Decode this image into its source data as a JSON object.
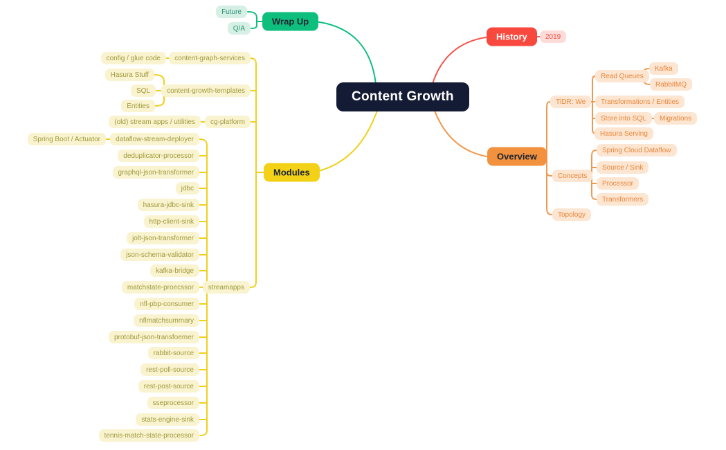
{
  "mindmap": {
    "root_label": "Content Growth",
    "wrapup": {
      "label": "Wrap Up",
      "future": "Future",
      "qa": "Q/A"
    },
    "history": {
      "label": "History",
      "year": "2019"
    },
    "overview": {
      "label": "Overview",
      "tldr": {
        "label": "TlDR: We",
        "read_queues": {
          "label": "Read Queues",
          "kafka": "Kafka",
          "rabbitmq": "RabbitMQ"
        },
        "transformations": "Transformations / Entities",
        "store_sql": {
          "label": "Store into SQL",
          "migrations": "Migrations"
        },
        "hasura_serving": "Hasura Serving"
      },
      "concepts": {
        "label": "Concepts",
        "items": [
          "Spring Cloud Dataflow",
          "Source / Sink",
          "Processor",
          "Transformers"
        ]
      },
      "topology": "Topology"
    },
    "modules": {
      "label": "Modules",
      "content_graph_services": {
        "label": "content-graph-services",
        "helper": "config / glue code"
      },
      "content_growth_templates": {
        "label": "content-growth-templates",
        "children": [
          "Hasura Stuff",
          "SQL",
          "Entities"
        ]
      },
      "cg_platform": {
        "label": "cg-platform",
        "helper": "(old) stream apps / utilities"
      },
      "streamapps": {
        "label": "streamapps",
        "helper": "Spring Boot / Actuator",
        "items": [
          "dataflow-stream-deployer",
          "deduplicator-processor",
          "graphql-json-transformer",
          "jdbc",
          "hasura-jdbc-sink",
          "http-client-sink",
          "jolt-json-transformer",
          "json-schema-validator",
          "kafka-bridge",
          "matchstate-proecssor",
          "nfl-pbp-consumer",
          "nflmatchsummary",
          "protobuf-json-transfoemer",
          "rabbit-source",
          "rest-poll-source",
          "rest-post-source",
          "sseprocessor",
          "stats-engine-sink",
          "tennis-match-state-processor"
        ]
      }
    },
    "colors": {
      "root_bg": "#141b34",
      "green": "#0ebe7d",
      "green_leaf_bg": "#d7f0e6",
      "red": "#f9493f",
      "red_line": "#f4564c",
      "red_leaf_bg": "#fddbd9",
      "orange": "#f2913e",
      "orange_line": "#f0984f",
      "orange_leaf_bg": "#fce5d1",
      "yellow": "#f2d117",
      "yellow_line": "#f0d01c",
      "yellow_leaf_bg": "#faf3d0"
    }
  }
}
